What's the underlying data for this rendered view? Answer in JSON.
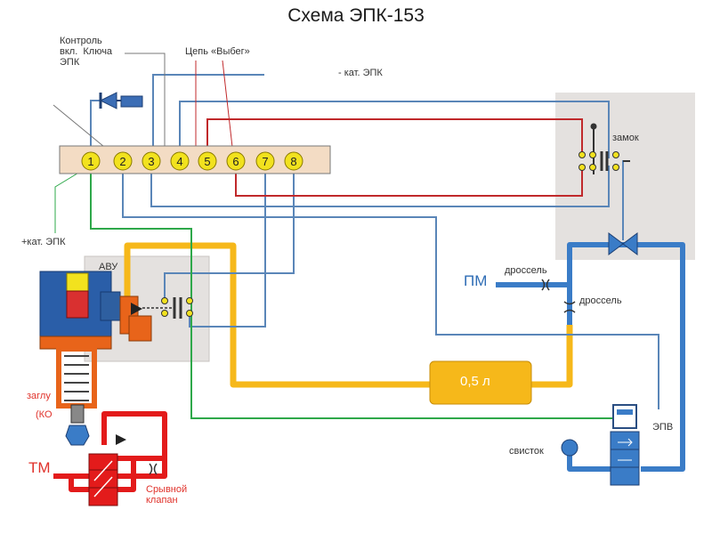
{
  "title": "Схема ЭПК-153",
  "labels": {
    "control_key": "Контроль\nвкл.  Ключа\nЭПК",
    "circuit_run": "Цепь «Выбег»",
    "cat_minus": "- кат. ЭПК",
    "cat_plus": "+кат. ЭПК",
    "lock": "замок",
    "avu": "АВУ",
    "throttle_1": "дроссель",
    "throttle_2": "дроссель",
    "pm": "ПМ",
    "volume": "0,5 л",
    "plug": "заглу",
    "ko": "(КО",
    "epv": "ЭПВ",
    "whistle": "свисток",
    "tm": "ТМ",
    "breakaway_valve": "Срывной\nклапан"
  },
  "terminals": [
    "1",
    "2",
    "3",
    "4",
    "5",
    "6",
    "7",
    "8"
  ],
  "colors": {
    "wire_blue": "#5a86b8",
    "wire_red": "#c0292b",
    "wire_green": "#2ea84a",
    "pipe_yellow": "#f6b81a",
    "pipe_blue": "#3a7cc7",
    "pipe_red": "#e31b1b",
    "terminal_fill": "#f2e21e",
    "strip_fill": "#f3dcc4",
    "panel_gray": "#e4e1df"
  }
}
